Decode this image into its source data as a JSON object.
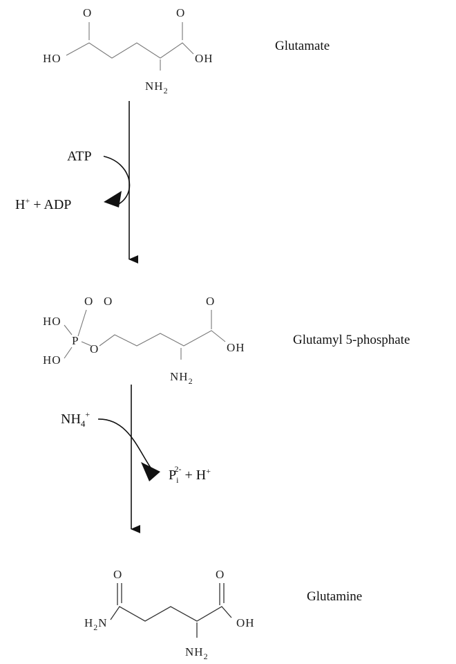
{
  "compounds": {
    "glutamate": {
      "name": "Glutamate",
      "atoms": {
        "o1": "O",
        "o2": "O",
        "oh_left": "HO",
        "oh_right": "OH",
        "amine": "NH",
        "amine_sub": "2"
      }
    },
    "glutamyl_phosphate": {
      "name": "Glutamyl 5-phosphate",
      "atoms": {
        "ho_top": "HO",
        "ho_bottom": "HO",
        "p": "P",
        "p_o": "O",
        "o_link": "O",
        "o_carbonyl": "O",
        "o_acid": "O",
        "oh": "OH",
        "amine": "NH",
        "amine_sub": "2"
      }
    },
    "glutamine": {
      "name": "Glutamine",
      "atoms": {
        "o_amide": "O",
        "o_acid": "O",
        "amide_n_h": "H",
        "amide_n_sub": "2",
        "amide_n": "N",
        "oh": "OH",
        "amine": "NH",
        "amine_sub": "2"
      }
    }
  },
  "steps": [
    {
      "input": {
        "base": "ATP"
      },
      "output": {
        "h": "H",
        "h_sup": "+",
        "rest": " + ADP"
      }
    },
    {
      "input": {
        "base": "NH",
        "sub": "4",
        "sup": "+"
      },
      "output": {
        "p": "P",
        "p_sub": "i",
        "p_sup": "2-",
        "rest": " + H",
        "h_sup": "+"
      }
    }
  ]
}
